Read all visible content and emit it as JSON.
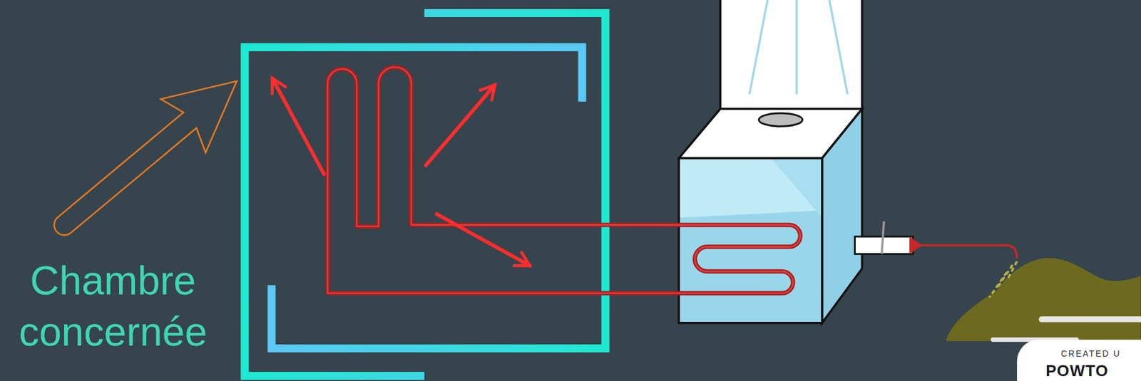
{
  "diagram": {
    "labels": [
      "Chambre concernée",
      "CREATED U",
      "POWTO"
    ]
  }
}
